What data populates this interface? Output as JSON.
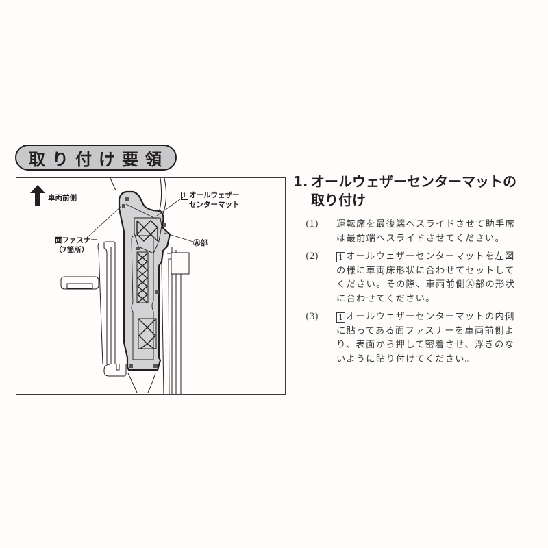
{
  "section": {
    "title": "取り付け要領"
  },
  "figure": {
    "front_label": "車両前側",
    "fastener_label_line1": "面ファスナー",
    "fastener_label_line2": "（7箇所）",
    "mat_part_number": "1",
    "mat_label_line1": "オールウェザー",
    "mat_label_line2": "センターマット",
    "a_label": "Ⓐ部",
    "colors": {
      "mat_fill": "#d3d2d4",
      "outline": "#231f20",
      "fastener": "#555555"
    }
  },
  "instructions": {
    "heading_number": "1.",
    "heading_line1": "オールウェザーセンターマットの",
    "heading_line2": "取り付け",
    "steps": [
      {
        "number": "(1)",
        "text": "運転席を最後端へスライドさせて助手席は最前端へスライドさせてください。"
      },
      {
        "number": "(2)",
        "part_number": "1",
        "text": "オールウェザーセンターマットを左図の様に車両床形状に合わせてセットしてください。その際、車両前側Ⓐ部の形状に合わせてください。"
      },
      {
        "number": "(3)",
        "part_number": "1",
        "text": "オールウェザーセンターマットの内側に貼ってある面ファスナーを車両前側より、表面から押して密着させ、浮きのないように貼り付けてください。"
      }
    ]
  }
}
